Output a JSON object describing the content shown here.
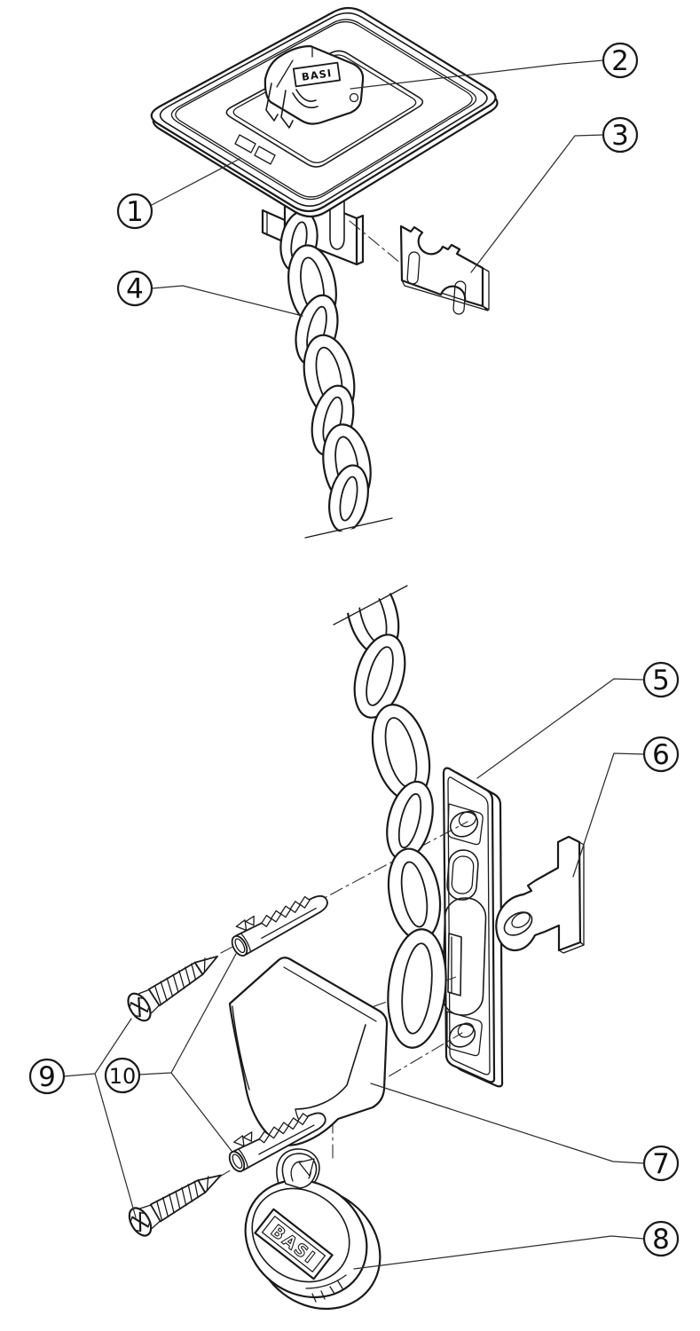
{
  "diagram": {
    "brand": "BASI",
    "labels": {
      "slider_badge": "BASI",
      "padlock_badge": "BASI"
    },
    "callouts": [
      {
        "label": "1"
      },
      {
        "label": "2"
      },
      {
        "label": "3"
      },
      {
        "label": "4"
      },
      {
        "label": "5"
      },
      {
        "label": "6"
      },
      {
        "label": "7"
      },
      {
        "label": "8"
      },
      {
        "label": "9"
      },
      {
        "label": "10"
      }
    ],
    "colors": {
      "line": "#1a1a1a",
      "background": "#ffffff",
      "css_vars": "--line:#1a1a1a;--bg:#ffffff"
    }
  }
}
